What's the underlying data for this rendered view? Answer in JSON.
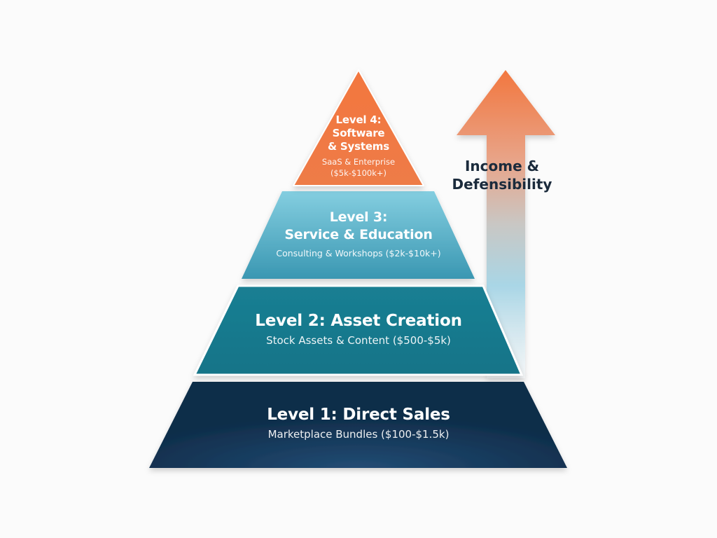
{
  "diagram": {
    "type": "pyramid",
    "levels": [
      {
        "id": "level-4",
        "title_line1": "Level 4:",
        "title_line2": "Software",
        "title_line3": "& Systems",
        "sub_line1": "SaaS & Enterprise",
        "sub_line2": "($5k-$100k+)",
        "color": "#f07a45"
      },
      {
        "id": "level-3",
        "title_line1": "Level 3:",
        "title_line2": "Service & Education",
        "sub_line1": "Consulting & Workshops ($2k-$10k+)",
        "color_top": "#7fcade",
        "color_bottom": "#3e9cb7"
      },
      {
        "id": "level-2",
        "title_line1": "Level 2: Asset Creation",
        "sub_line1": "Stock Assets & Content ($500-$5k)",
        "color": "#177a8e"
      },
      {
        "id": "level-1",
        "title_line1": "Level 1: Direct Sales",
        "sub_line1": "Marketplace Bundles ($100-$1.5k)",
        "color": "#0f2e4b"
      }
    ],
    "arrow": {
      "direction": "up",
      "label_line1": "Income &",
      "label_line2": "Defensibility",
      "color_top": "#f07a45",
      "color_bottom": "#cfe8f0"
    }
  }
}
